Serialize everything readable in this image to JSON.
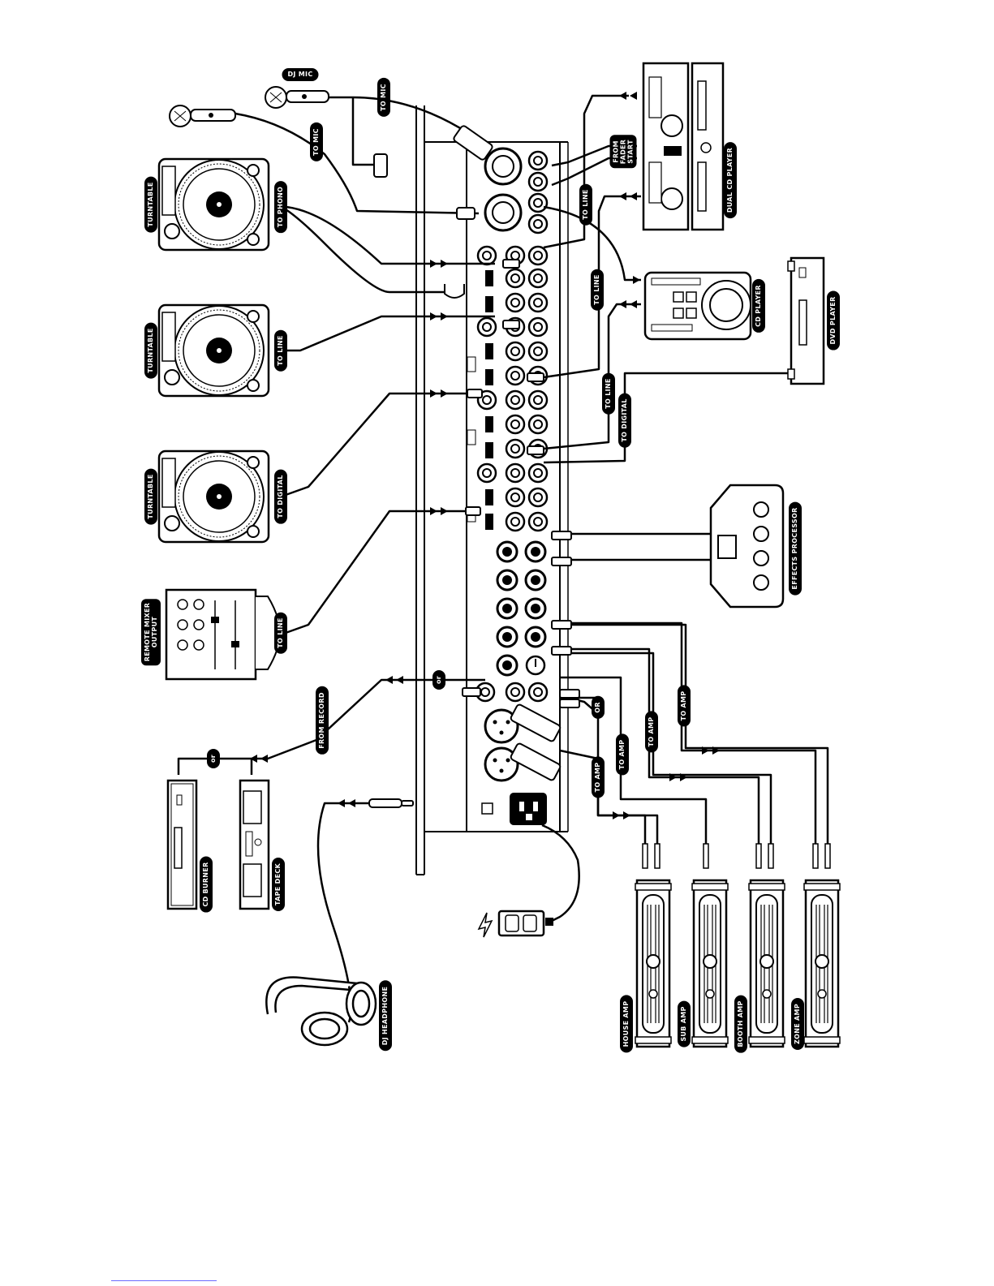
{
  "labels": {
    "dj_mic": "DJ MIC",
    "to_mic_1": "TO MIC",
    "to_mic_2": "TO MIC",
    "turntable_1": "TURNTABLE",
    "to_phono": "TO PHONO",
    "turntable_2": "TURNTABLE",
    "to_line_tt2": "TO LINE",
    "turntable_3": "TURNTABLE",
    "to_digital_tt3": "TO DIGITAL",
    "remote_mixer": "REMOTE MIXER\nOUTPUT",
    "to_line_remote": "TO LINE",
    "from_record": "FROM RECORD",
    "or_record": "or",
    "or_rec_out": "or",
    "or_main": "OR",
    "cd_burner": "CD BURNER",
    "tape_deck": "TAPE DECK",
    "dj_headphone": "DJ HEADPHONE",
    "from_fader_start": "FROM\nFADER\nSTART",
    "to_line_dual": "TO LINE",
    "dual_cd_player": "DUAL CD PLAYER",
    "to_line_cd": "TO LINE",
    "cd_player": "CD PLAYER",
    "to_line_cd2": "TO LINE",
    "to_digital_dvd": "TO DIGITAL",
    "dvd_player": "DVD PLAYER",
    "effects_processor": "EFFECTS PROCESSOR",
    "to_amp_house": "TO AMP",
    "to_amp_sub": "TO AMP",
    "to_amp_booth": "TO AMP",
    "to_amp_zone": "TO AMP",
    "house_amp": "HOUSE AMP",
    "sub_amp": "SUB AMP",
    "booth_amp": "BOOTH AMP",
    "zone_amp": "ZONE AMP"
  },
  "colors": {
    "ink": "#000000",
    "paper": "#ffffff",
    "rule": "#6b6bff"
  }
}
